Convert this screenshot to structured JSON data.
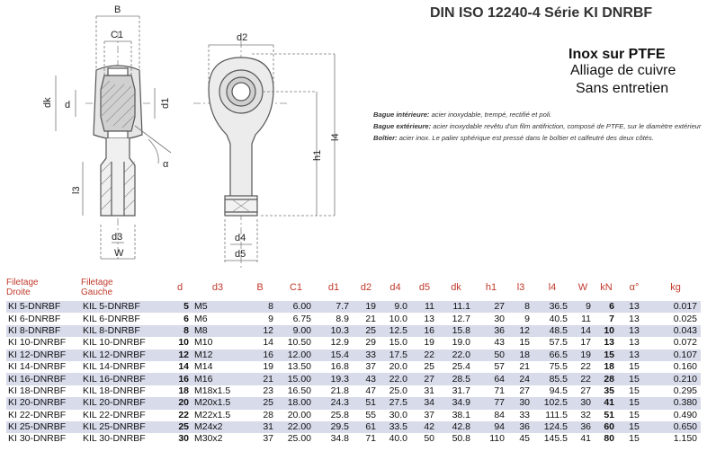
{
  "header": {
    "title": "DIN ISO 12240-4   Série KI DNRBF",
    "material_lines": [
      "Inox sur PTFE",
      "Alliage de cuivre",
      "Sans entretien"
    ]
  },
  "description": [
    {
      "label": "Bague intérieure:",
      "text": " acier inoxydable, trempé, rectifié et poli."
    },
    {
      "label": "Bague extérieure:",
      "text": " acier inoxydable revêtu d'un film antifriction, composé de PTFE, sur le diamètre extérieur"
    },
    {
      "label": "Boîtier:",
      "text": " acier inox. Le palier sphérique est pressé dans le boîtier et calfeutré des deux côtés."
    }
  ],
  "drawing_labels": {
    "B": "B",
    "C1": "C1",
    "d2": "d2",
    "dk": "dk",
    "d": "d",
    "d1": "d1",
    "alpha": "α",
    "l3": "l3",
    "d3": "d3",
    "W": "W",
    "h1": "h1",
    "l4": "l4",
    "d4": "d4",
    "d5": "d5"
  },
  "table": {
    "headers": [
      "Filetage Droite",
      "Filetage Gauche",
      "d",
      "d3",
      "B",
      "C1",
      "d1",
      "d2",
      "d4",
      "d5",
      "dk",
      "h1",
      "l3",
      "l4",
      "W",
      "kN",
      "α°",
      "kg"
    ],
    "rows": [
      [
        "KI 5-DNRBF",
        "KIL 5-DNRBF",
        "5",
        "M5",
        "8",
        "6.00",
        "7.7",
        "19",
        "9.0",
        "11",
        "11.1",
        "27",
        "8",
        "36.5",
        "9",
        "6",
        "13",
        "0.017"
      ],
      [
        "KI 6-DNRBF",
        "KIL 6-DNRBF",
        "6",
        "M6",
        "9",
        "6.75",
        "8.9",
        "21",
        "10.0",
        "13",
        "12.7",
        "30",
        "9",
        "40.5",
        "11",
        "7",
        "13",
        "0.025"
      ],
      [
        "KI 8-DNRBF",
        "KIL 8-DNRBF",
        "8",
        "M8",
        "12",
        "9.00",
        "10.3",
        "25",
        "12.5",
        "16",
        "15.8",
        "36",
        "12",
        "48.5",
        "14",
        "10",
        "13",
        "0.043"
      ],
      [
        "KI 10-DNRBF",
        "KIL 10-DNRBF",
        "10",
        "M10",
        "14",
        "10.50",
        "12.9",
        "29",
        "15.0",
        "19",
        "19.0",
        "43",
        "15",
        "57.5",
        "17",
        "13",
        "13",
        "0.072"
      ],
      [
        "KI 12-DNRBF",
        "KIL 12-DNRBF",
        "12",
        "M12",
        "16",
        "12.00",
        "15.4",
        "33",
        "17.5",
        "22",
        "22.0",
        "50",
        "18",
        "66.5",
        "19",
        "15",
        "13",
        "0.107"
      ],
      [
        "KI 14-DNRBF",
        "KIL 14-DNRBF",
        "14",
        "M14",
        "19",
        "13.50",
        "16.8",
        "37",
        "20.0",
        "25",
        "25.4",
        "57",
        "21",
        "75.5",
        "22",
        "18",
        "15",
        "0.160"
      ],
      [
        "KI 16-DNRBF",
        "KIL 16-DNRBF",
        "16",
        "M16",
        "21",
        "15.00",
        "19.3",
        "43",
        "22.0",
        "27",
        "28.5",
        "64",
        "24",
        "85.5",
        "22",
        "28",
        "15",
        "0.210"
      ],
      [
        "KI 18-DNRBF",
        "KIL 18-DNRBF",
        "18",
        "M18x1.5",
        "23",
        "16.50",
        "21.8",
        "47",
        "25.0",
        "31",
        "31.7",
        "71",
        "27",
        "94.5",
        "27",
        "35",
        "15",
        "0.295"
      ],
      [
        "KI 20-DNRBF",
        "KIL 20-DNRBF",
        "20",
        "M20x1.5",
        "25",
        "18.00",
        "24.3",
        "51",
        "27.5",
        "34",
        "34.9",
        "77",
        "30",
        "102.5",
        "30",
        "41",
        "15",
        "0.380"
      ],
      [
        "KI 22-DNRBF",
        "KIL 22-DNRBF",
        "22",
        "M22x1.5",
        "28",
        "20.00",
        "25.8",
        "55",
        "30.0",
        "37",
        "38.1",
        "84",
        "33",
        "111.5",
        "32",
        "51",
        "15",
        "0.490"
      ],
      [
        "KI 25-DNRBF",
        "KIL 25-DNRBF",
        "25",
        "M24x2",
        "31",
        "22.00",
        "29.5",
        "61",
        "33.5",
        "42",
        "42.8",
        "94",
        "36",
        "124.5",
        "36",
        "60",
        "15",
        "0.650"
      ],
      [
        "KI 30-DNRBF",
        "KIL 30-DNRBF",
        "30",
        "M30x2",
        "37",
        "25.00",
        "34.8",
        "71",
        "40.0",
        "50",
        "50.8",
        "110",
        "45",
        "145.5",
        "41",
        "80",
        "15",
        "1.150"
      ]
    ]
  },
  "colors": {
    "header_text": "#c0392b",
    "stripe": "#d7dbea",
    "drawing_line": "#555555",
    "dim_line": "#777777"
  }
}
